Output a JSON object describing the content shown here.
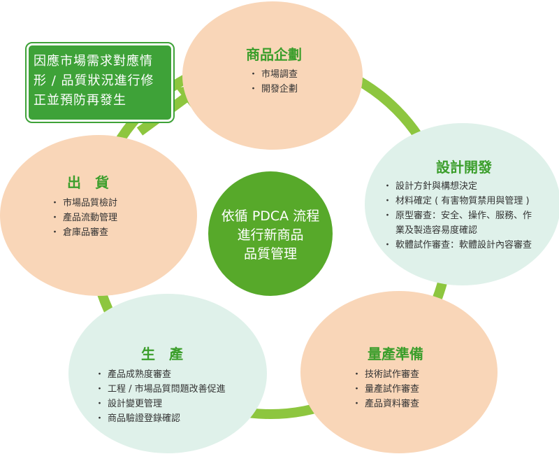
{
  "colors": {
    "ring": "#8dc63f",
    "accent_green": "#3b9e2b",
    "peach": "#f9d6b8",
    "mint": "#dff1ea",
    "center": "#57a92a"
  },
  "center": {
    "lines": [
      "依循 PDCA 流程",
      "進行新商品",
      "品質管理"
    ]
  },
  "callout": {
    "lines": [
      "因應市場需求對應情",
      "形 / 品質狀況進行修",
      "正並預防再發生"
    ]
  },
  "stages": [
    {
      "title": "商品企劃",
      "items": [
        "市場調查",
        "開發企劃"
      ]
    },
    {
      "title": "設計開發",
      "items": [
        "設計方針與構想決定",
        "材料確定 ( 有害物質禁用與管理 )",
        "原型審查：安全、操作、服務、作",
        "業及製造容易度確認",
        "軟體試作審查：軟體設計內容審查"
      ]
    },
    {
      "title": "量產準備",
      "items": [
        "技術試作審查",
        "量產試作審查",
        "產品資料審查"
      ]
    },
    {
      "title": "生　產",
      "items": [
        "產品成熟度審查",
        "工程 / 市場品質問題改善促進",
        "設計變更管理",
        "商品驗證登錄確認"
      ]
    },
    {
      "title": "出　貨",
      "items": [
        "市場品質檢討",
        "產品流動管理",
        "倉庫品審查"
      ]
    }
  ]
}
